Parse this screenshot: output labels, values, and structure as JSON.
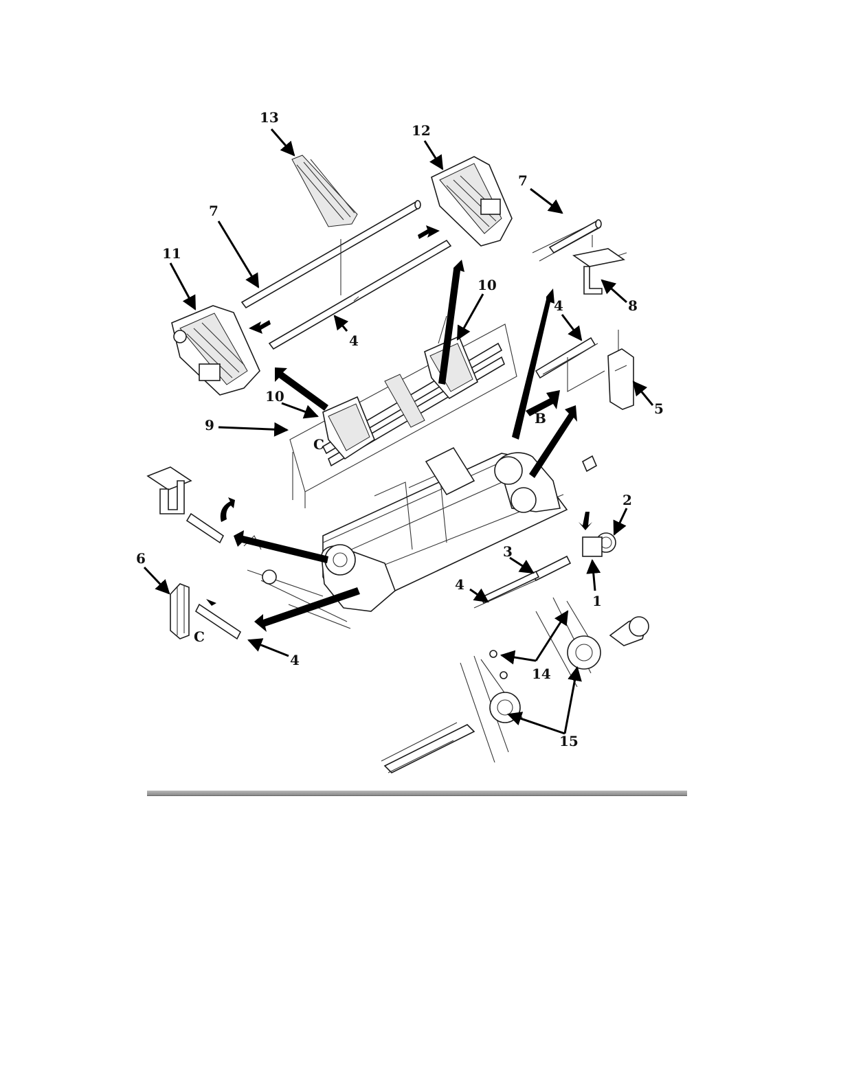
{
  "labels": {
    "p1": "1",
    "p2": "2",
    "p3": "3",
    "p4a": "4",
    "p4b": "4",
    "p4c": "4",
    "p4d": "4",
    "p5": "5",
    "p6": "6",
    "p7a": "7",
    "p7b": "7",
    "p8": "8",
    "p9": "9",
    "p10a": "10",
    "p10b": "10",
    "p11": "11",
    "p12": "12",
    "p13": "13",
    "p14": "14",
    "p15": "15",
    "viewB": "B",
    "viewC1": "C",
    "viewC2": "C"
  },
  "colors": {
    "ink": "#111111",
    "rule": "#9a9a9a",
    "background": "#ffffff"
  }
}
